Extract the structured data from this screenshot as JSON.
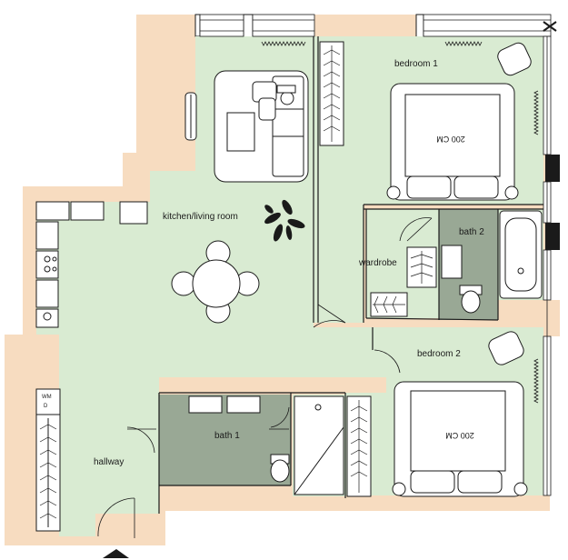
{
  "floor_plan": {
    "rooms": {
      "kitchen_living": "kitchen/living room",
      "bedroom1": "bedroom 1",
      "bedroom2": "bedroom 2",
      "bath1": "bath 1",
      "bath2": "bath 2",
      "wardrobe": "wardrobe",
      "hallway": "hallway"
    },
    "bed_size_label": "200 CM",
    "appliance_labels": {
      "washing_machine": "WM",
      "dryer": "D"
    },
    "colors": {
      "floor": "#d9ebd2",
      "wall": "#f7dcc0",
      "wet_room": "#99a895",
      "outline": "#1a1a1a",
      "furniture": "#ffffff"
    }
  }
}
